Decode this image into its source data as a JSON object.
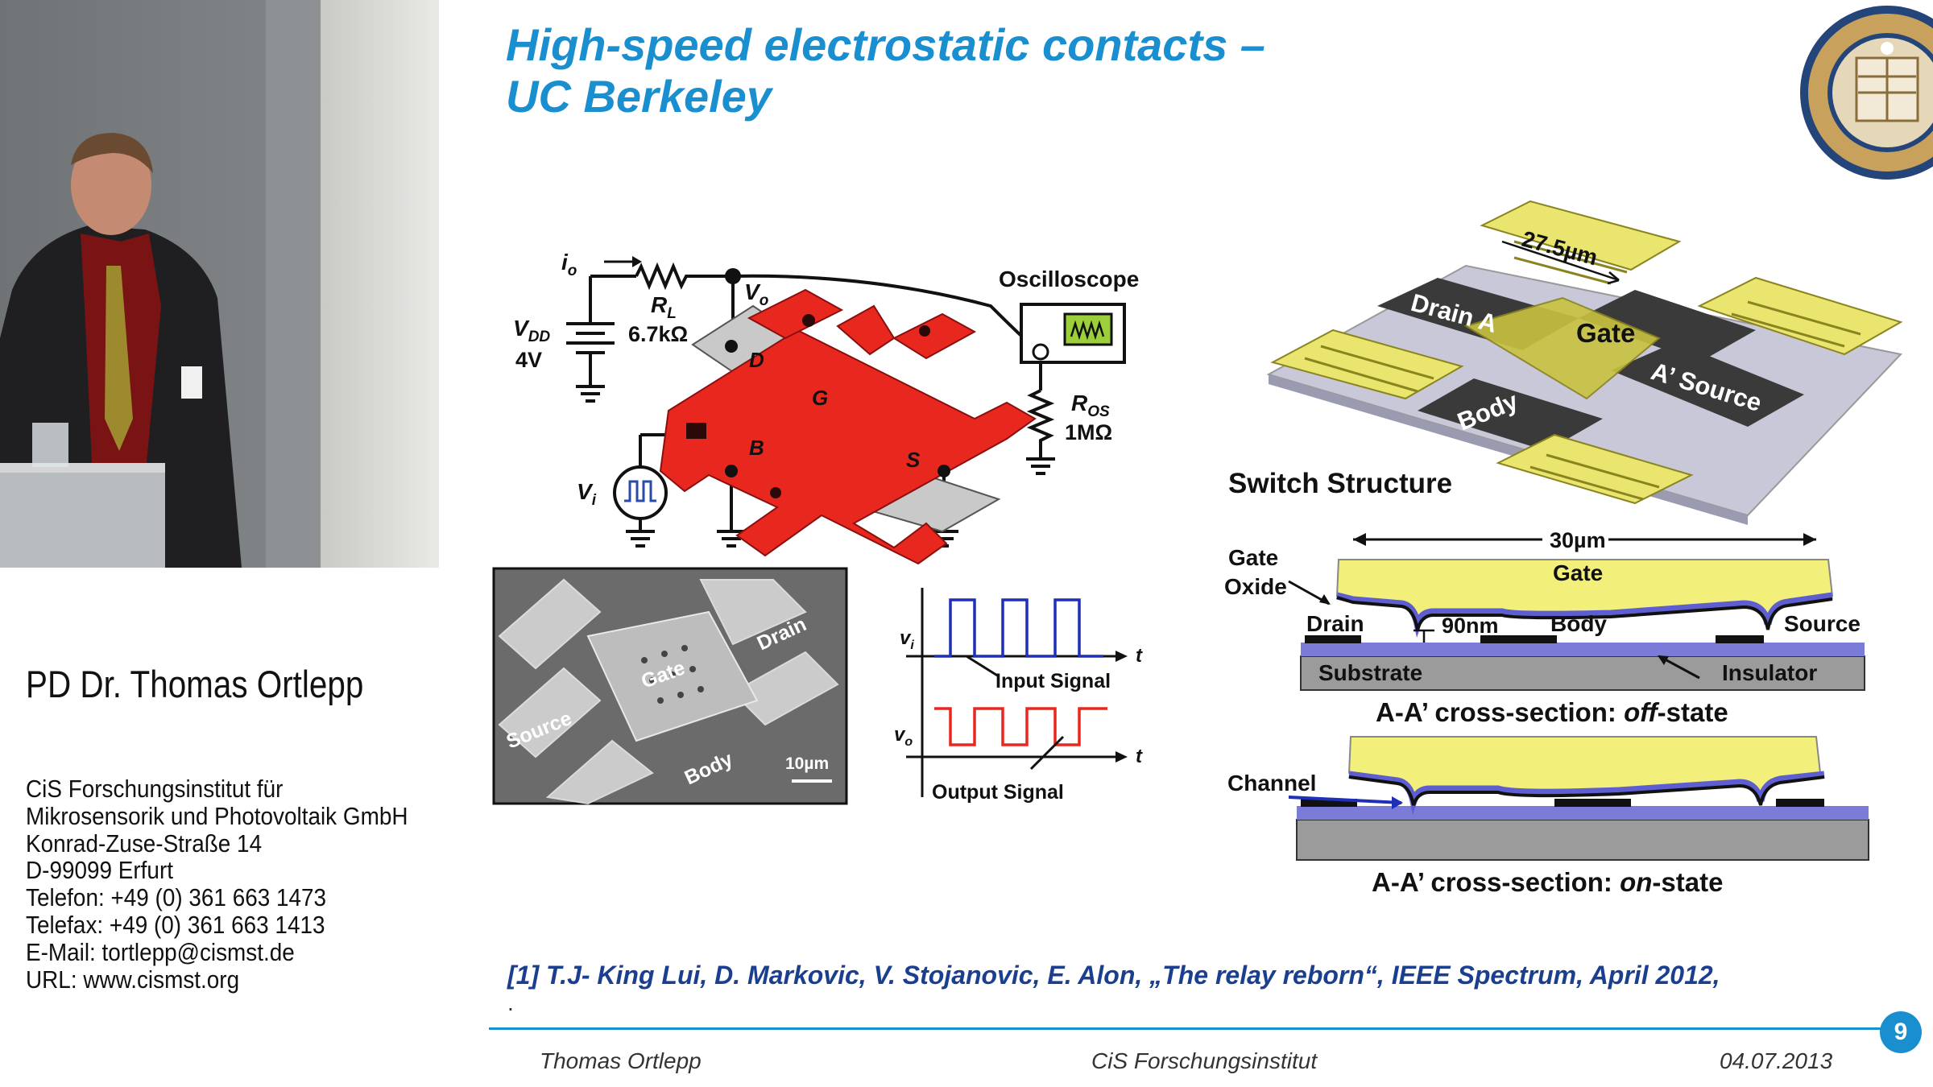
{
  "speaker": {
    "name": "PD Dr. Thomas Ortlepp",
    "institute": [
      "CiS Forschungsinstitut für",
      "Mikrosensorik und Photovoltaik GmbH",
      "Konrad-Zuse-Straße 14",
      "D-99099 Erfurt",
      "Telefon: +49 (0) 361 663 1473",
      "Telefax: +49 (0) 361 663 1413",
      "E-Mail: tortlepp@cismst.de",
      "URL: www.cismst.org"
    ]
  },
  "slide": {
    "title_line1": "High-speed electrostatic contacts –",
    "title_line2": "UC Berkeley",
    "reference": "[1]  T.J- King Lui, D. Markovic, V. Stojanovic, E. Alon, „The relay reborn“, IEEE Spectrum,  April 2012,",
    "reference_dot": ".",
    "page_number": "9",
    "footer_left": "Thomas Ortlepp",
    "footer_center": "CiS Forschungsinstitut",
    "footer_right": "04.07.2013"
  },
  "circuit": {
    "io": "i",
    "io_sub": "o",
    "rl": "R",
    "rl_sub": "L",
    "rl_value": "6.7kΩ",
    "vdd": "V",
    "vdd_sub": "DD",
    "vdd_value": "4V",
    "vo": "V",
    "vo_sub": "o",
    "oscilloscope": "Oscilloscope",
    "ros": "R",
    "ros_sub": "OS",
    "ros_value": "1MΩ",
    "vi": "V",
    "vi_sub": "i",
    "d": "D",
    "g": "G",
    "b": "B",
    "s": "S"
  },
  "sem": {
    "gate": "Gate",
    "drain": "Drain",
    "source": "Source",
    "body": "Body",
    "scale": "10µm"
  },
  "waveform": {
    "vi": "v",
    "vi_sub": "i",
    "vo": "v",
    "vo_sub": "o",
    "t1": "t",
    "t2": "t",
    "input": "Input Signal",
    "output": "Output Signal"
  },
  "structure": {
    "dim": "27.5µm",
    "drain": "Drain A",
    "gate": "Gate",
    "source": "A’ Source",
    "body": "Body",
    "caption": "Switch Structure"
  },
  "cross_section": {
    "width": "30µm",
    "gate_oxide_1": "Gate",
    "gate_oxide_2": "Oxide",
    "gate": "Gate",
    "drain": "Drain",
    "gap": "90nm",
    "body": "Body",
    "source": "Source",
    "substrate": "Substrate",
    "insulator": "Insulator",
    "off_prefix": "A-A’ cross-section: ",
    "off_state": "off",
    "off_suffix": "-state",
    "channel": "Channel",
    "on_prefix": "A-A’ cross-section: ",
    "on_state": "on",
    "on_suffix": "-state"
  },
  "colors": {
    "title_blue": "#1a8fd0",
    "reference_blue": "#1b3f8f",
    "relay_red": "#e8281e",
    "gate_yellow": "#f2ef7a",
    "insulator_blue": "#7b7bd8"
  }
}
